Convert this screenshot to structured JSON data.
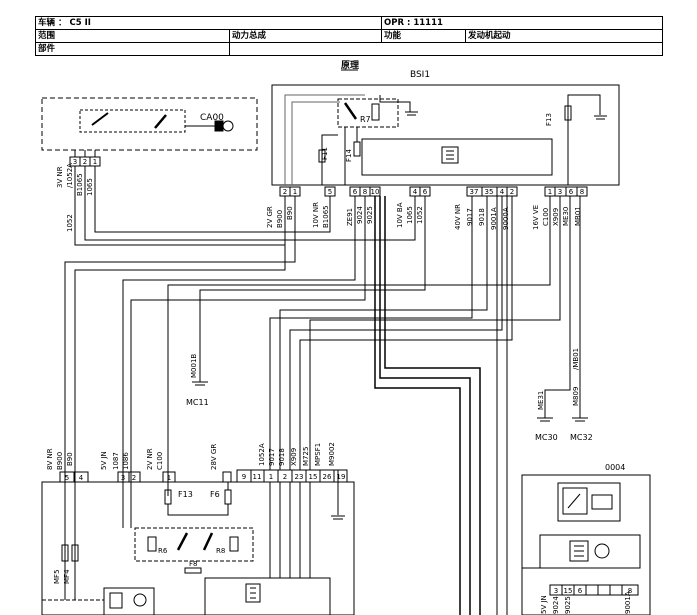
{
  "header": {
    "vehicle_label": "车辆",
    "vehicle_value": "C5 II",
    "opr_label": "OPR",
    "opr_value": "11111",
    "scope_label": "范围",
    "scope_value": "动力总成",
    "function_label": "功能",
    "function_value": "发动机起动",
    "parts_label": "部件"
  },
  "diagram": {
    "section_title": "原理",
    "bsi_label": "BSI1",
    "ca00_label": "CA00",
    "r7_label": "R7",
    "r6_label": "R6",
    "r8_label": "R8",
    "f13_label": "F13",
    "f14_label": "F14",
    "f11_label": "F11",
    "f6_label": "F6",
    "f8_label": "F8",
    "cluster_label": "0004",
    "ground_mc11": "MC11",
    "ground_mc30": "MC30",
    "ground_mc32": "MC32",
    "wire_m001b": "M001B",
    "wire_me31": "ME31",
    "wire_m809": "M809",
    "wire_mb01": "/MB01",
    "ca00_connector": "3V NR",
    "ca00_wire_1052a": "/1052A",
    "ca00_wire_b1065": "B1065",
    "ca00_wire_1065": "1065",
    "ca00_wire_1052": "1052",
    "bsi_conn_a": "2V GR",
    "bsi_conn_a_w1": "B900",
    "bsi_conn_a_w2": "B90",
    "bsi_conn_b": "10V NR",
    "bsi_conn_b_w1": "B1065",
    "bsi_conn_c_w1": "ZE91",
    "bsi_conn_c_w2": "9024",
    "bsi_conn_c_w3": "9025",
    "bsi_conn_d": "10V BA",
    "bsi_conn_d_w1": "1065",
    "bsi_conn_d_w2": "1052",
    "bsi_conn_e": "40V NR",
    "bsi_conn_e_w1": "9017",
    "bsi_conn_e_w2": "9018",
    "bsi_conn_e_w3": "9001A",
    "bsi_conn_e_w4": "9000A",
    "bsi_conn_f": "16V VE",
    "bsi_conn_f_w1": "C100",
    "bsi_conn_f_w2": "X909",
    "bsi_conn_f_w3": "ME30",
    "bsi_conn_f_w4": "MB01",
    "bsi_pins_a": [
      "2",
      "1"
    ],
    "bsi_pins_b": [
      "5"
    ],
    "bsi_pins_c": [
      "6",
      "8",
      "10"
    ],
    "bsi_pins_d": [
      "4",
      "6"
    ],
    "bsi_pins_e": [
      "37",
      "35",
      "4",
      "2"
    ],
    "bsi_pins_f": [
      "1",
      "3",
      "6",
      "8"
    ],
    "bsm_conn_a": "8V NR",
    "bsm_conn_a_w1": "B900",
    "bsm_conn_a_w2": "B90",
    "bsm_conn_b": "5V JN",
    "bsm_conn_b_w1": "1087",
    "bsm_conn_b_w2": "1086",
    "bsm_conn_c": "2V NR",
    "bsm_conn_c_w1": "C100",
    "bsm_conn_d": "28V GR",
    "bsm_conn_d_w1": "1052A",
    "bsm_conn_d_w2": "9017",
    "bsm_conn_d_w3": "9018",
    "bsm_conn_d_w4": "X909",
    "bsm_conn_d_w5": "M725",
    "bsm_conn_d_w6": "MPSF1",
    "bsm_conn_d_w7": "M9002",
    "bsm_pins_a": [
      "5",
      "4"
    ],
    "bsm_pins_b": [
      "3",
      "2"
    ],
    "bsm_pins_c": [
      "1"
    ],
    "bsm_pins_d": [
      "9",
      "11",
      "1",
      "2",
      "23",
      "15",
      "26",
      "19"
    ],
    "bsm_mf5": "MF5",
    "bsm_mf4": "MF4",
    "cluster_conn": "5V JN",
    "cluster_w1": "9024",
    "cluster_w2": "9025",
    "cluster_w3": "9001A",
    "cluster_pins": [
      "3",
      "15",
      "6",
      "",
      "",
      "",
      "8"
    ]
  }
}
